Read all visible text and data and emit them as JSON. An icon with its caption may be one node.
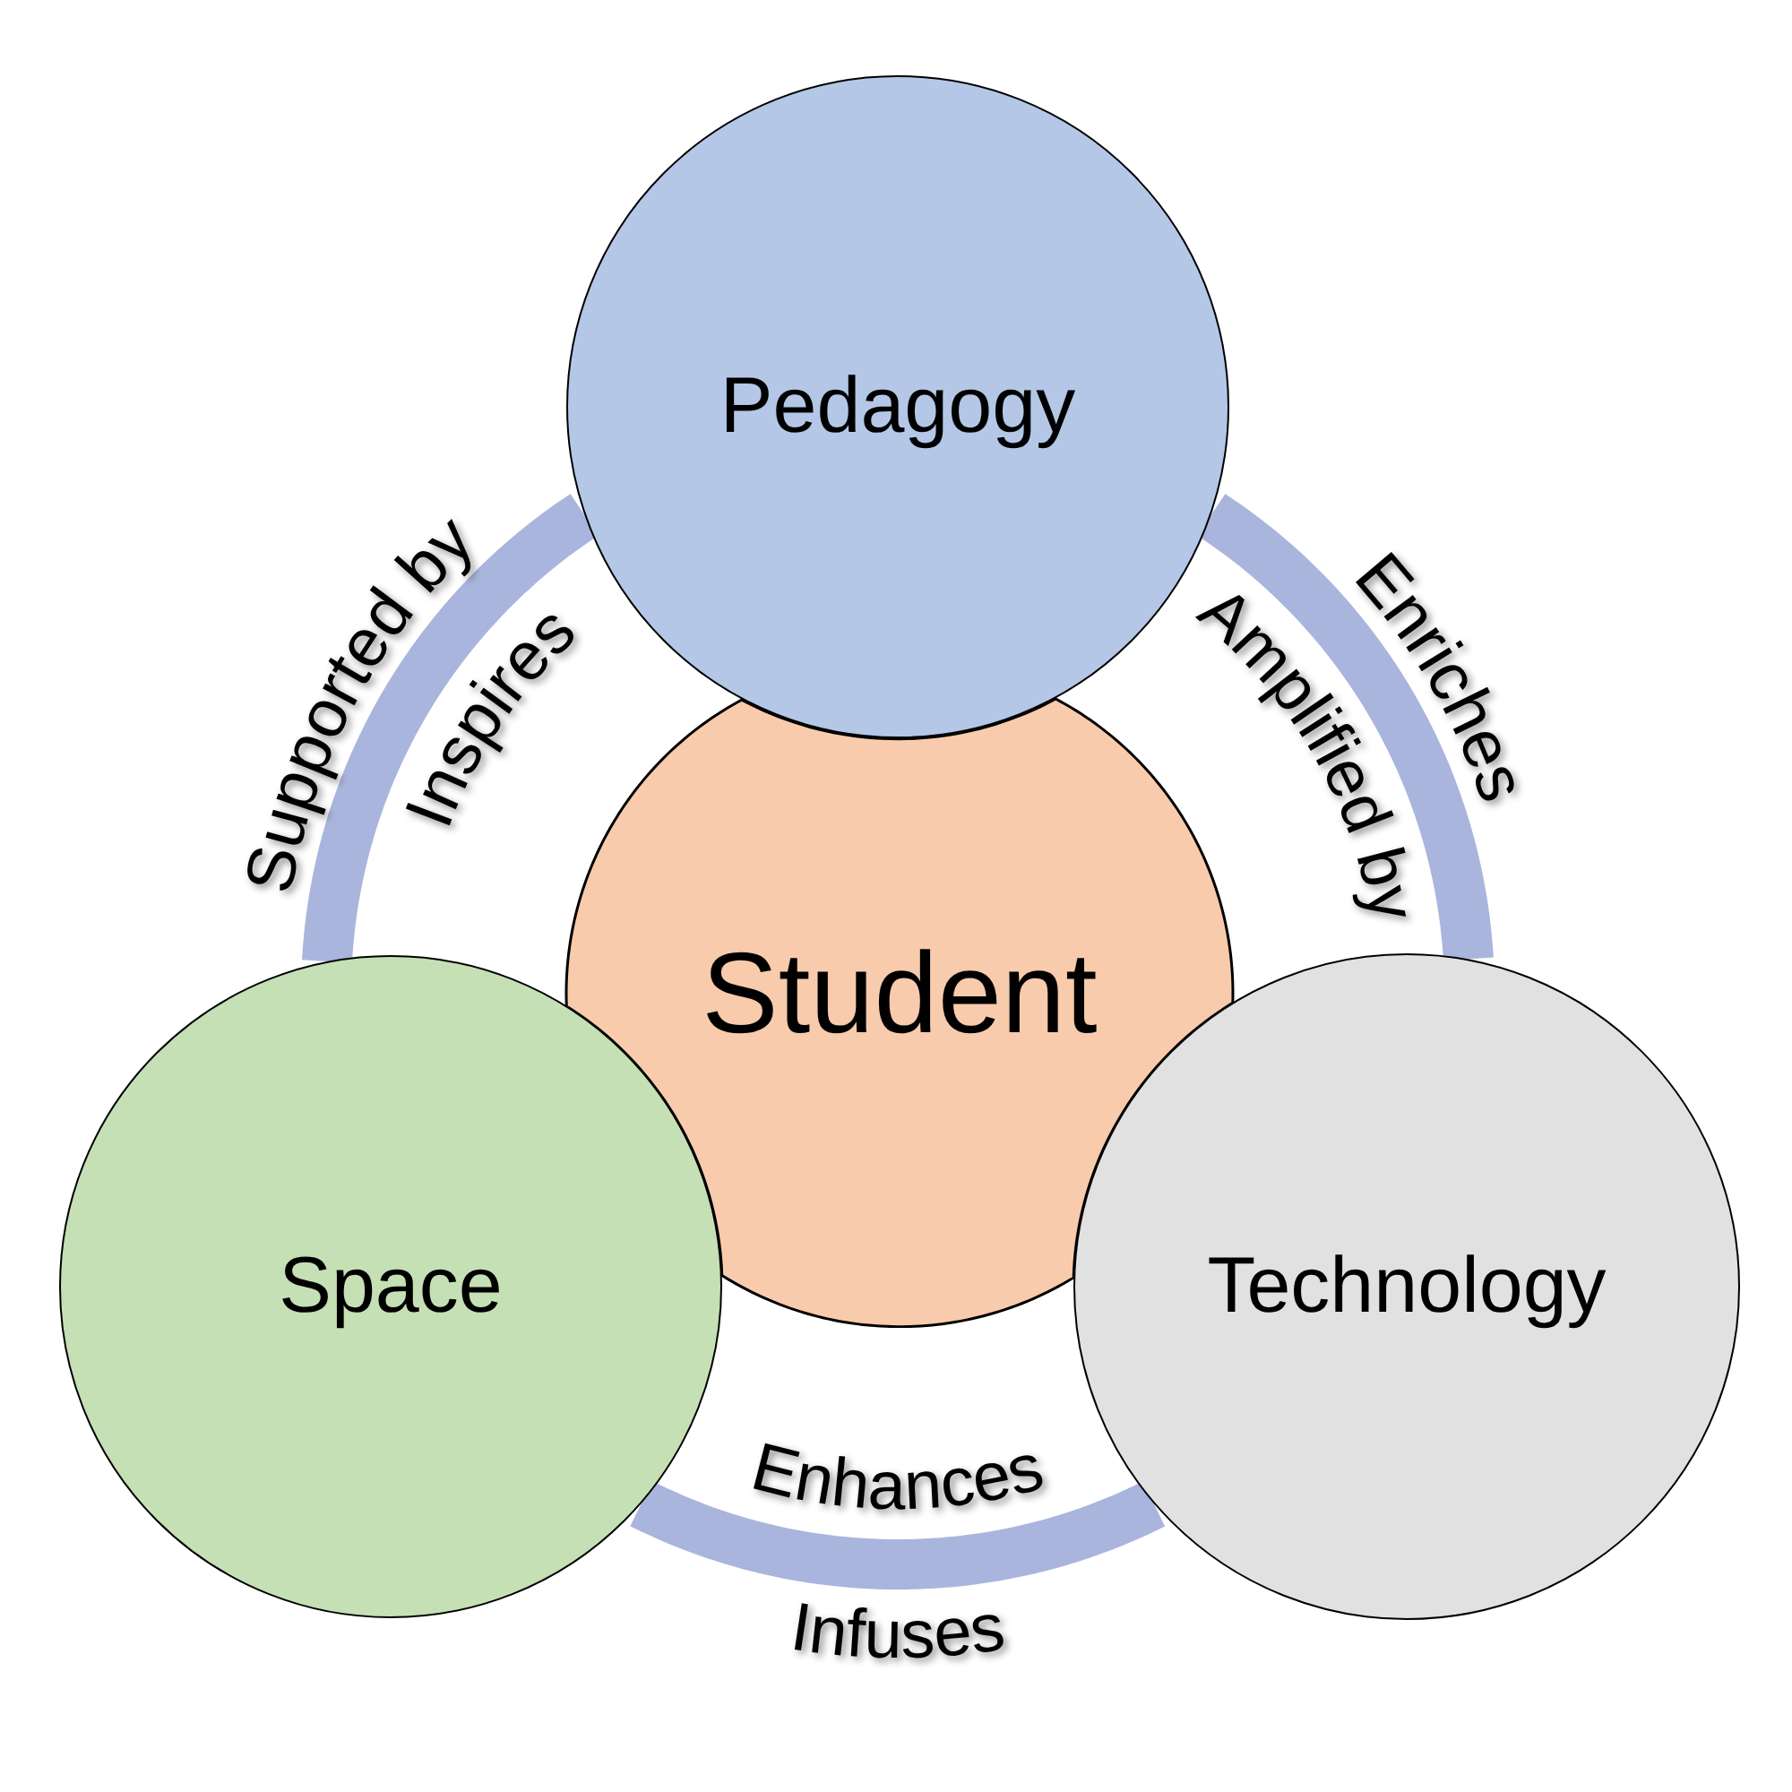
{
  "diagram": {
    "nodes": [
      {
        "text": [
          "Pedagogy"
        ]
      },
      {
        "text": [
          "Student"
        ]
      },
      {
        "text": [
          "Space"
        ]
      },
      {
        "text": [
          "Technology"
        ]
      }
    ],
    "edges": [
      {
        "from": 0,
        "to": 2,
        "arrow": "none",
        "label": "Supported by"
      },
      {
        "from": 3,
        "to": 0,
        "arrow": "none",
        "label": "Enriches"
      },
      {
        "from": 2,
        "to": 3,
        "arrow": "none",
        "label": "Enhances"
      }
    ],
    "labels": [
      "Inspires",
      "Amplified by",
      "Infuses"
    ]
  }
}
